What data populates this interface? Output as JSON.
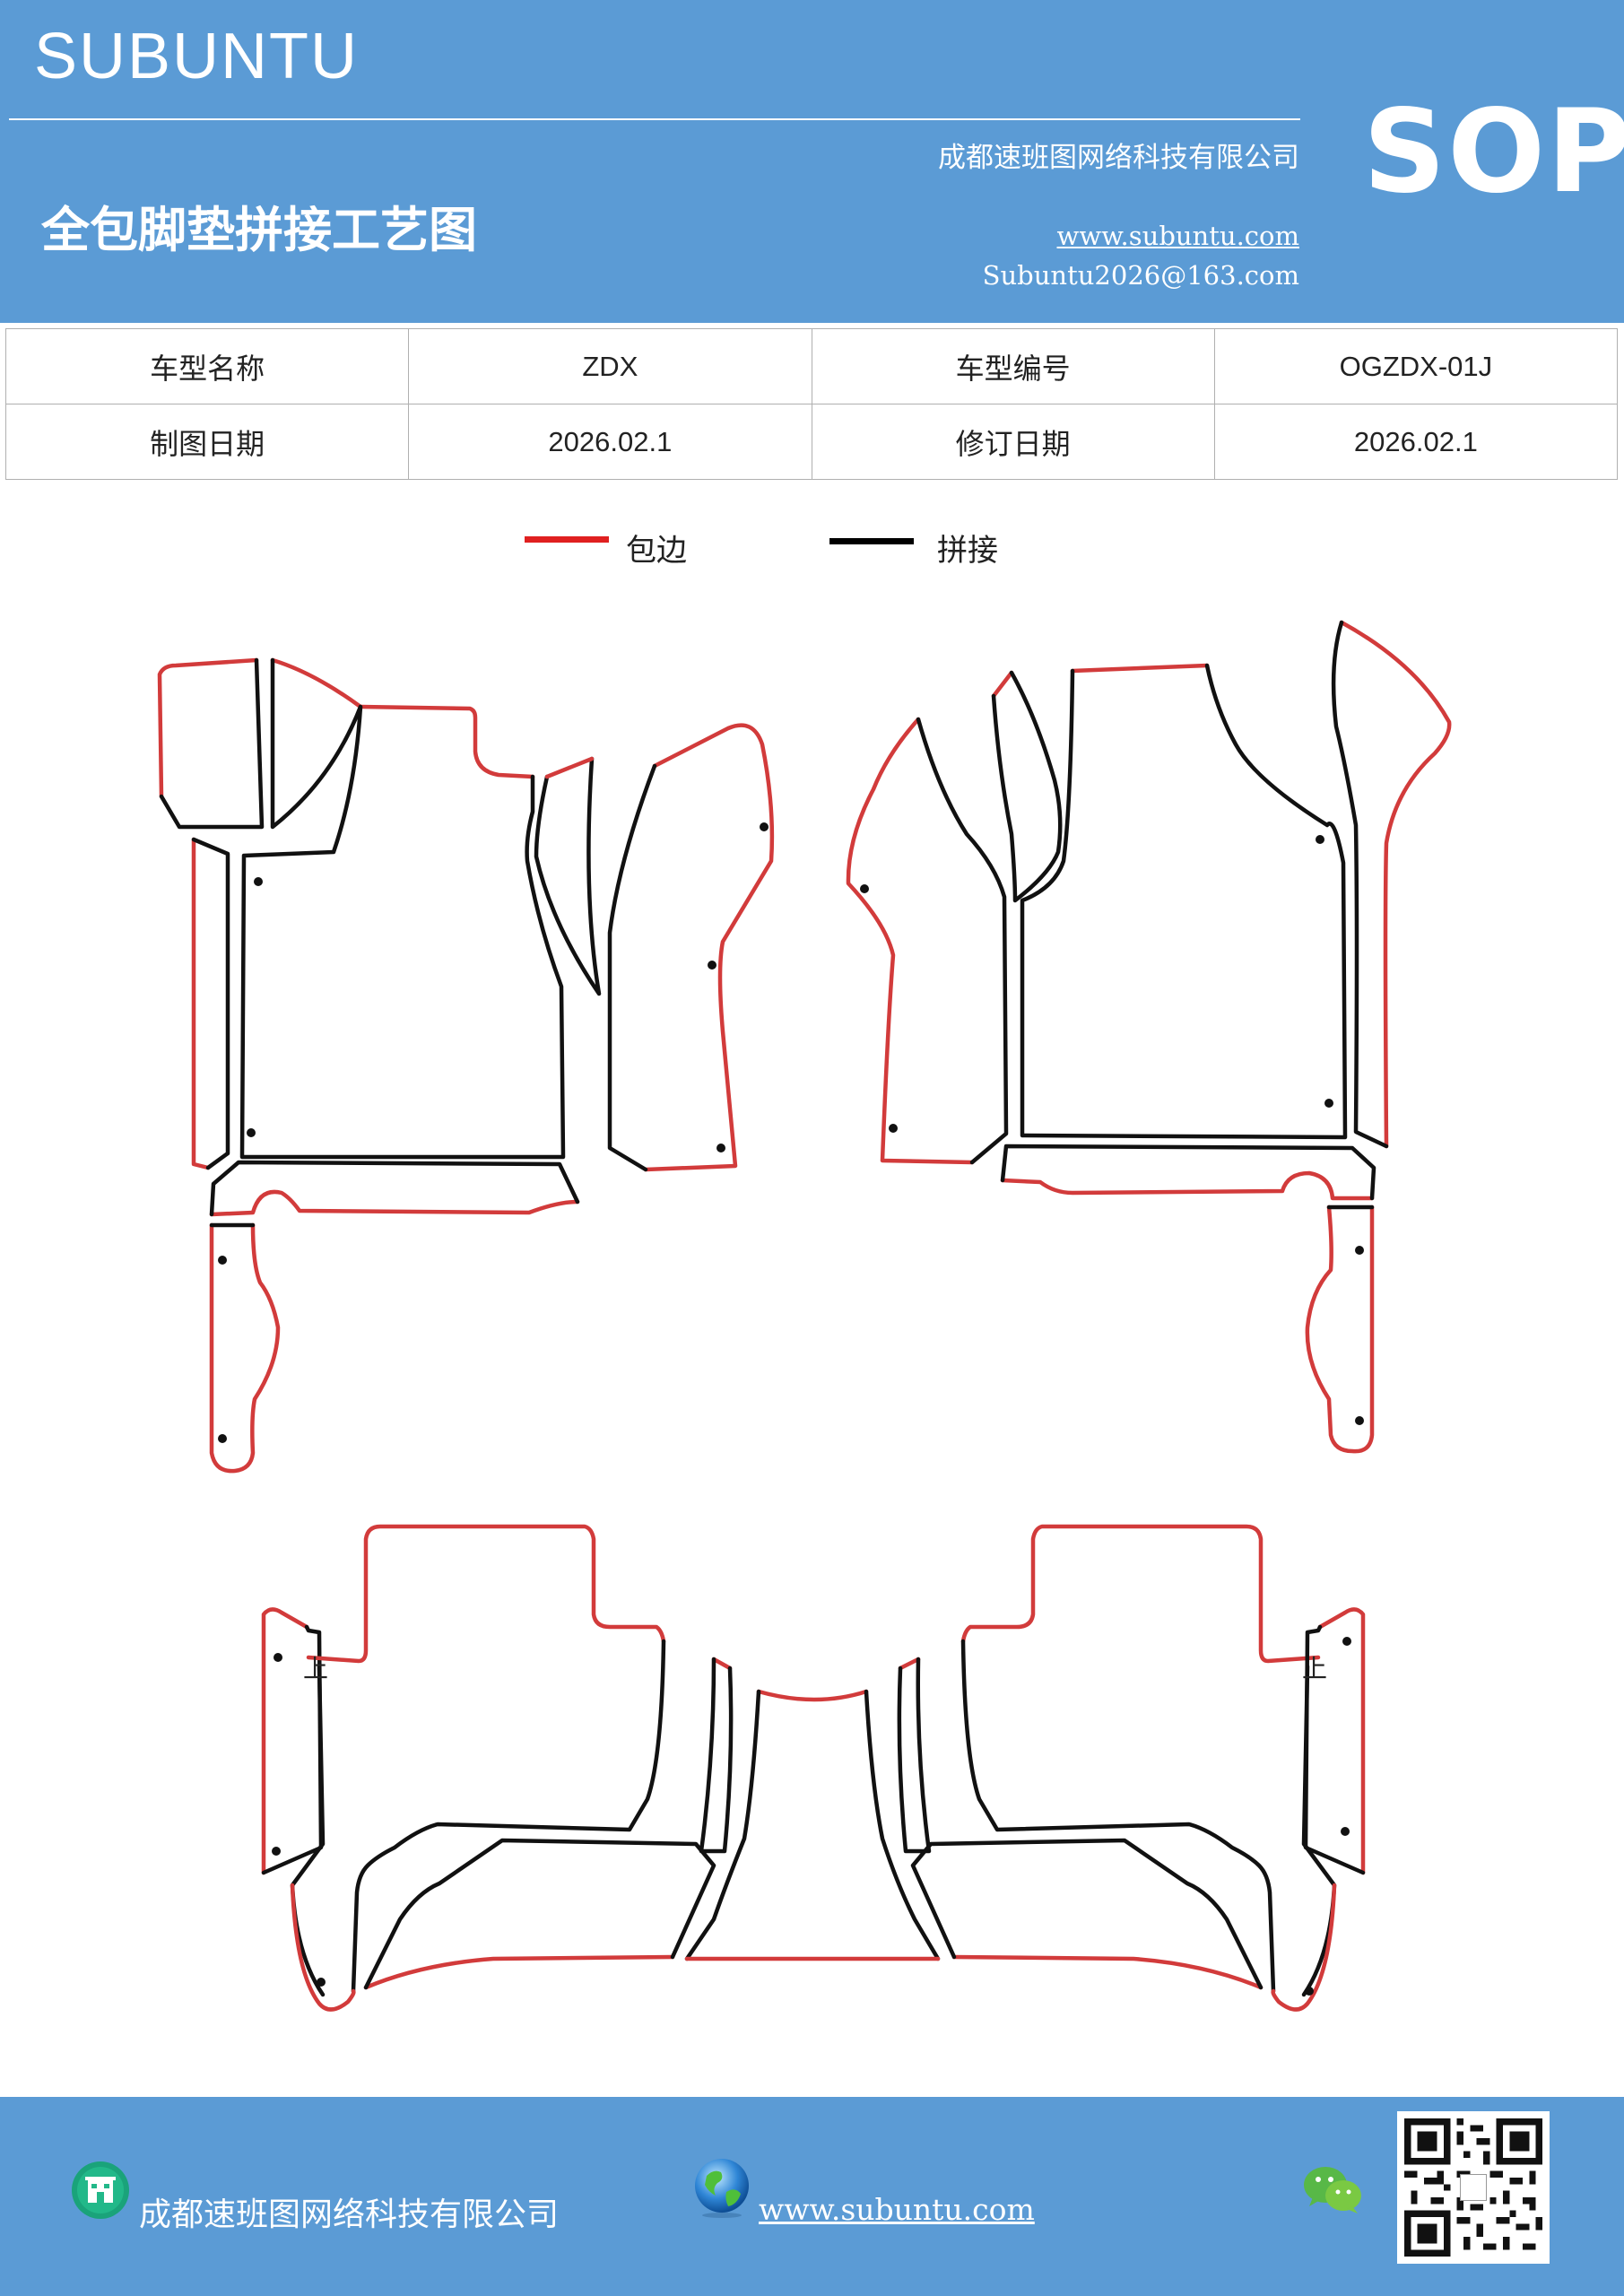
{
  "header": {
    "brand": "SUBUNTU",
    "company": "成都速班图网络科技有限公司",
    "title": "全包脚垫拼接工艺图",
    "website": "www.subuntu.com",
    "email": "Subuntu2026@163.com",
    "badge": "SOP",
    "background_color": "#5b9bd5"
  },
  "info_table": {
    "rows": [
      [
        {
          "label": "车型名称",
          "value": "ZDX"
        },
        {
          "label": "车型编号",
          "value": "OGZDX-01J"
        }
      ],
      [
        {
          "label": "制图日期",
          "value": "2026.02.1"
        },
        {
          "label": "修订日期",
          "value": "2026.02.1"
        }
      ]
    ]
  },
  "legend": [
    {
      "label": "包边",
      "color": "#e02020"
    },
    {
      "label": "拼接",
      "color": "#000000"
    }
  ],
  "diagram": {
    "edge_color": "#d23b3b",
    "seam_color": "#111111",
    "piece_label": "上"
  },
  "footer": {
    "company": "成都速班图网络科技有限公司",
    "website": "www.subuntu.com",
    "icons": [
      "building-icon",
      "globe-icon",
      "wechat-icon",
      "qr-code"
    ]
  }
}
